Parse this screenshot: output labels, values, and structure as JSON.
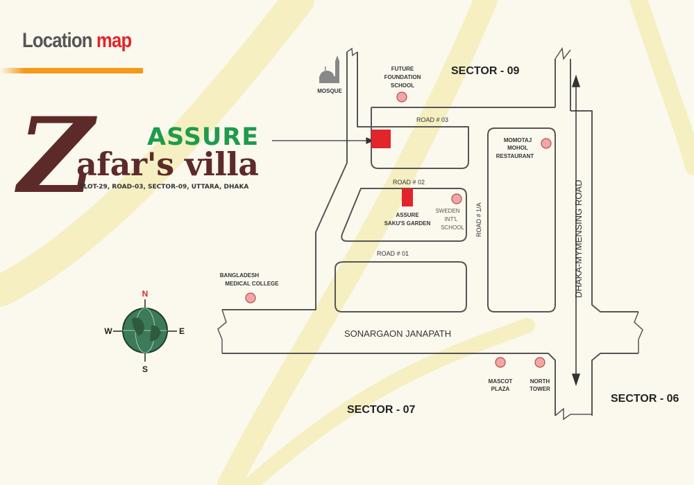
{
  "heading": {
    "part1": "Location",
    "part2": "map"
  },
  "brand": {
    "assure": "ASSURE",
    "name_initial": "Z",
    "name_rest": "afar's villa",
    "address": "PLOT-29, ROAD-03, SECTOR-09, UTTARA, DHAKA"
  },
  "areas": {
    "sector09": "SECTOR - 09",
    "sector07": "SECTOR - 07",
    "sector06": "SECTOR - 06"
  },
  "roads": {
    "road03": "ROAD # 03",
    "road02": "ROAD # 02",
    "road01": "ROAD # 01",
    "road1a": "ROAD # 1/A",
    "sonargaon": "SONARGAON JANAPATH",
    "dhaka_mymensing": "DHAKA-MYMENSING ROAD"
  },
  "landmarks": {
    "mosque": "MOSQUE",
    "future_school": [
      "FUTURE",
      "FOUNDATION",
      "SCHOOL"
    ],
    "momotaj": [
      "MOMOTAJ",
      "MOHOL",
      "RESTAURANT"
    ],
    "saku": [
      "ASSURE",
      "SAKU'S GARDEN"
    ],
    "sweden": [
      "SWEDEN",
      "INT'L",
      "SCHOOL"
    ],
    "bangladesh_medical": [
      "BANGLADESH",
      "MEDICAL COLLEGE"
    ],
    "mascot": [
      "MASCOT",
      "PLAZA"
    ],
    "north_tower": [
      "NORTH",
      "TOWER"
    ]
  },
  "compass": {
    "n": "N",
    "s": "S",
    "e": "E",
    "w": "W"
  },
  "colors": {
    "background": "#fbf8ee",
    "band": "#f5efc2",
    "road_edge": "#555555",
    "project_block": "#e2242b",
    "landmark_pin": "#f2a6a6",
    "heading_accent": "#e2242b",
    "heading_rule": "#f59a17",
    "brand_green": "#1f9b4c",
    "brand_brown": "#5d2a2a"
  }
}
